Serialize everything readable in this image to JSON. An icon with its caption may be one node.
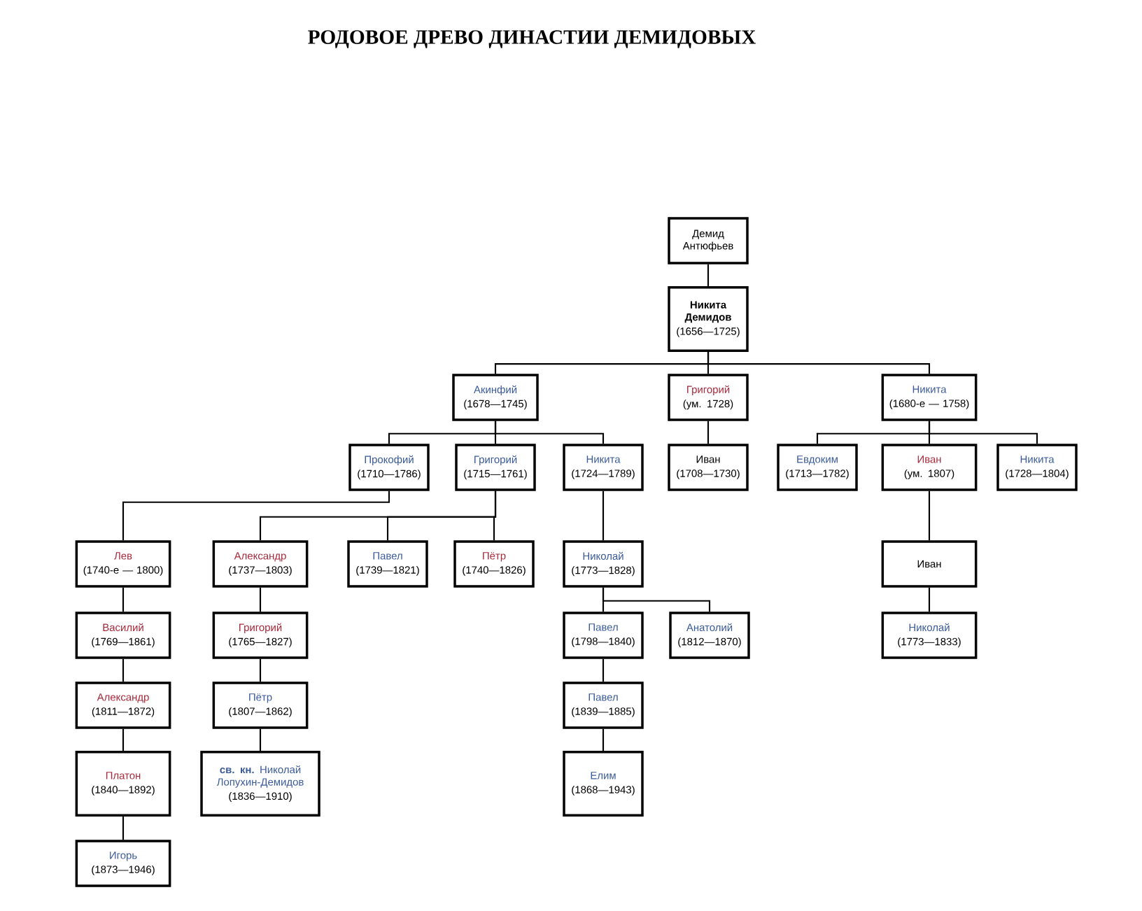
{
  "diagram": {
    "title": "РОДОВОЕ ДРЕВО ДИНАСТИИ ДЕМИДОВЫХ",
    "nodes": [
      {
        "text": [
          "Демид Антюфьев"
        ]
      },
      {
        "text": [
          "Никита Демидов",
          "(1656—1725)"
        ]
      },
      {
        "text": [
          "Акинфий",
          "(1678—1745)"
        ]
      },
      {
        "text": [
          "Григорий",
          "(ум. 1728)"
        ]
      },
      {
        "text": [
          "Никита",
          "(1680-е — 1758)"
        ]
      },
      {
        "text": [
          "Прокофий",
          "(1710—1786)"
        ]
      },
      {
        "text": [
          "Григорий",
          "(1715—1761)"
        ]
      },
      {
        "text": [
          "Никита",
          "(1724—1789)"
        ]
      },
      {
        "text": [
          "Иван",
          "(1708—1730)"
        ]
      },
      {
        "text": [
          "Евдоким",
          "(1713—1782)"
        ]
      },
      {
        "text": [
          "Иван",
          "(ум. 1807)"
        ]
      },
      {
        "text": [
          "Никита",
          "(1728—1804)"
        ]
      },
      {
        "text": [
          "Лев",
          "(1740-е — 1800)"
        ]
      },
      {
        "text": [
          "Александр",
          "(1737—1803)"
        ]
      },
      {
        "text": [
          "Павел",
          "(1739—1821)"
        ]
      },
      {
        "text": [
          "Пётр",
          "(1740—1826)"
        ]
      },
      {
        "text": [
          "Николай",
          "(1773—1828)"
        ]
      },
      {
        "text": [
          "Иван"
        ]
      },
      {
        "text": [
          "Василий",
          "(1769—1861)"
        ]
      },
      {
        "text": [
          "Григорий",
          "(1765—1827)"
        ]
      },
      {
        "text": [
          "Павел",
          "(1798—1840)"
        ]
      },
      {
        "text": [
          "Анатолий",
          "(1812—1870)"
        ]
      },
      {
        "text": [
          "Николай",
          "(1773—1833)"
        ]
      },
      {
        "text": [
          "Александр",
          "(1811—1872)"
        ]
      },
      {
        "text": [
          "Пётр",
          "(1807—1862)"
        ]
      },
      {
        "text": [
          "Павел",
          "(1839—1885)"
        ]
      },
      {
        "text": [
          "Платон",
          "(1840—1892)"
        ]
      },
      {
        "text": [
          "**св. кн.** Николай Лопухин-Демидов",
          "(1836—1910)"
        ]
      },
      {
        "text": [
          "Елим",
          "(1868—1943)"
        ]
      },
      {
        "text": [
          "Игорь",
          "(1873—1946)"
        ]
      }
    ],
    "edges": [
      {
        "from": 0,
        "to": 1,
        "arrow": "none"
      },
      {
        "from": 1,
        "to": 2,
        "arrow": "none"
      },
      {
        "from": 1,
        "to": 3,
        "arrow": "none"
      },
      {
        "from": 1,
        "to": 4,
        "arrow": "none"
      },
      {
        "from": 2,
        "to": 5,
        "arrow": "none"
      },
      {
        "from": 2,
        "to": 6,
        "arrow": "none"
      },
      {
        "from": 2,
        "to": 7,
        "arrow": "none"
      },
      {
        "from": 3,
        "to": 8,
        "arrow": "none"
      },
      {
        "from": 4,
        "to": 9,
        "arrow": "none"
      },
      {
        "from": 4,
        "to": 10,
        "arrow": "none"
      },
      {
        "from": 4,
        "to": 11,
        "arrow": "none"
      },
      {
        "from": 5,
        "to": 12,
        "arrow": "none"
      },
      {
        "from": 6,
        "to": 13,
        "arrow": "none"
      },
      {
        "from": 6,
        "to": 14,
        "arrow": "none"
      },
      {
        "from": 6,
        "to": 15,
        "arrow": "none"
      },
      {
        "from": 7,
        "to": 16,
        "arrow": "none"
      },
      {
        "from": 10,
        "to": 17,
        "arrow": "none"
      },
      {
        "from": 12,
        "to": 18,
        "arrow": "none"
      },
      {
        "from": 13,
        "to": 19,
        "arrow": "none"
      },
      {
        "from": 16,
        "to": 20,
        "arrow": "none"
      },
      {
        "from": 16,
        "to": 21,
        "arrow": "none"
      },
      {
        "from": 17,
        "to": 22,
        "arrow": "none"
      },
      {
        "from": 18,
        "to": 23,
        "arrow": "none"
      },
      {
        "from": 19,
        "to": 24,
        "arrow": "none"
      },
      {
        "from": 20,
        "to": 25,
        "arrow": "none"
      },
      {
        "from": 23,
        "to": 26,
        "arrow": "none"
      },
      {
        "from": 24,
        "to": 27,
        "arrow": "none"
      },
      {
        "from": 25,
        "to": 28,
        "arrow": "none"
      },
      {
        "from": 26,
        "to": 29,
        "arrow": "none"
      }
    ]
  }
}
